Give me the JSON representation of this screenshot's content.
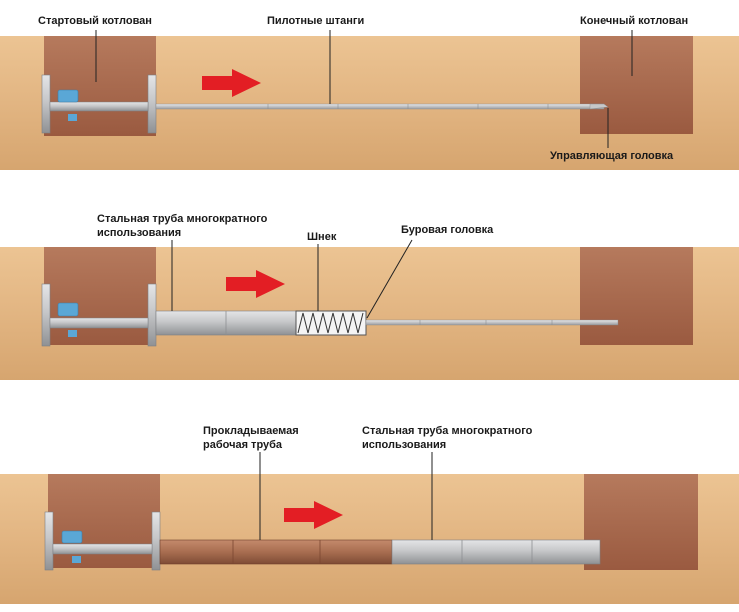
{
  "panel1": {
    "start_pit_label": "Стартовый котлован",
    "pilot_rods_label": "Пилотные штанги",
    "end_pit_label": "Конечный котлован",
    "steering_head_label": "Управляющая головка"
  },
  "panel2": {
    "steel_pipe_label_line1": "Стальная труба многократного",
    "steel_pipe_label_line2": "использования",
    "auger_label": "Шнек",
    "drill_head_label": "Буровая головка"
  },
  "panel3": {
    "work_pipe_label_line1": "Прокладываемая",
    "work_pipe_label_line2": "рабочая труба",
    "steel_pipe_label_line1": "Стальная труба многократного",
    "steel_pipe_label_line2": "использования"
  },
  "colors": {
    "soil": "#e2b582",
    "soil_dark": "#d19f68",
    "pit": "#a5654b",
    "pit_light": "#b97c5e",
    "steel": "#c3c4c6",
    "steel_dark": "#8e9093",
    "work_pipe": "#a86d50",
    "arrow": "#e31e24",
    "motor": "#5aa7d6"
  }
}
